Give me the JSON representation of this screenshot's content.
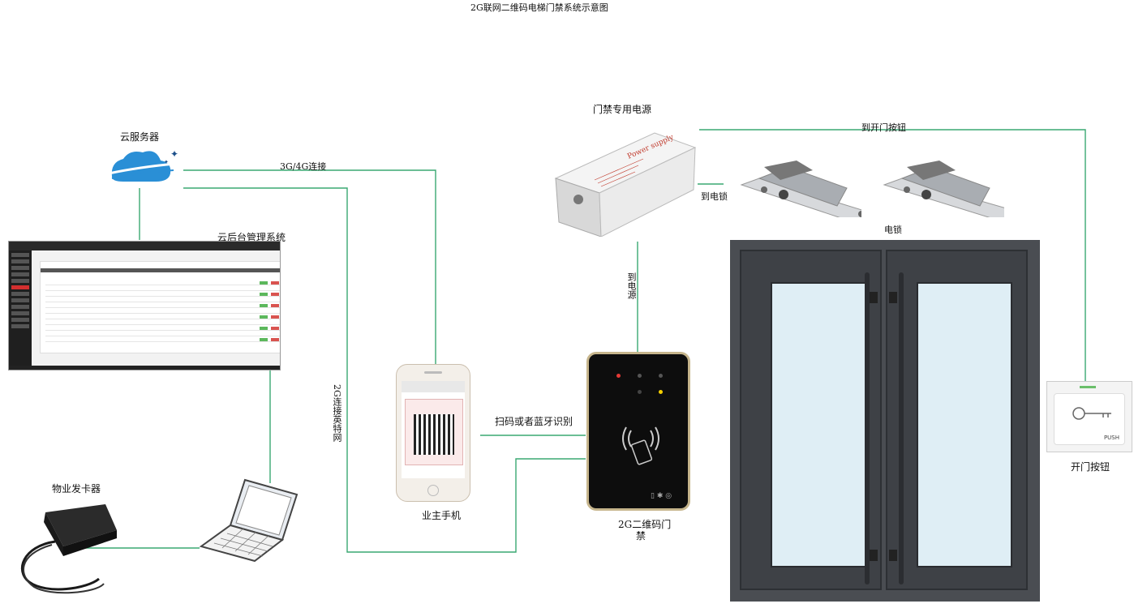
{
  "title": "2G联网二维码电梯门禁系统示意图",
  "labels": {
    "cloud_server": "云服务器",
    "backend": "云后台管理系统",
    "card_issuer": "物业发卡器",
    "phone": "业主手机",
    "reader_line1": "2G二维码门",
    "reader_line2": "禁",
    "power_supply": "门禁专用电源",
    "to_lock": "到电锁",
    "lock": "电锁",
    "to_button": "到开门按钮",
    "exit_button": "开门按钮",
    "to_power": "到电源",
    "conn_3g4g": "3G/4G连接",
    "conn_2g": "2G连接英特网",
    "scan": "扫码或者蓝牙识别"
  },
  "colors": {
    "line": "#3aa872",
    "cloud": "#2a8fd6",
    "reader_frame": "#c6b58c"
  },
  "icons": {
    "cloud": "cloud-icon",
    "phone": "smartphone-icon",
    "reader": "qr-reader-icon",
    "laptop": "laptop-icon",
    "card_reader": "card-reader-icon",
    "lock": "electric-lock-icon",
    "door": "glass-door-icon",
    "power": "power-supply-icon",
    "exit": "exit-button-icon"
  }
}
